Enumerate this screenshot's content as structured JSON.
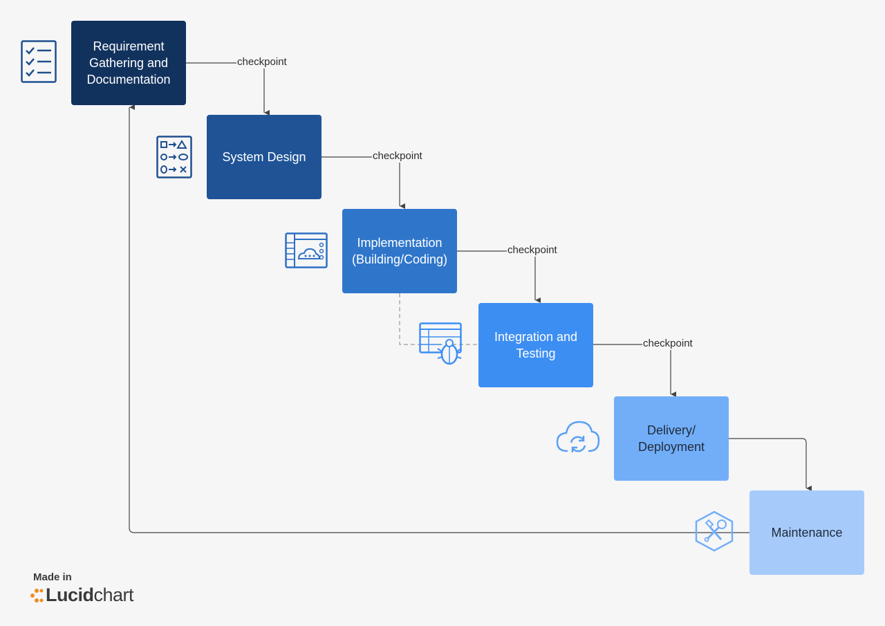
{
  "stages": [
    {
      "label": "Requirement\nGathering and\nDocumentation",
      "icon": "checklist-icon",
      "fill": "#12325e",
      "text_color": "#ffffff"
    },
    {
      "label": "System Design",
      "icon": "flowchart-icon",
      "fill": "#1f5396",
      "text_color": "#ffffff"
    },
    {
      "label": "Implementation\n(Building/Coding)",
      "icon": "code-dashboard-icon",
      "fill": "#2f76cb",
      "text_color": "#ffffff"
    },
    {
      "label": "Integration and\nTesting",
      "icon": "bug-testing-icon",
      "fill": "#3d8ef3",
      "text_color": "#ffffff"
    },
    {
      "label": "Delivery/\nDeployment",
      "icon": "cloud-sync-icon",
      "fill": "#72aef8",
      "text_color": "#1f2a3a"
    },
    {
      "label": "Maintenance",
      "icon": "tools-hexagon-icon",
      "fill": "#a6cbfb",
      "text_color": "#1f2a3a"
    }
  ],
  "checkpoints": [
    "checkpoint",
    "checkpoint",
    "checkpoint",
    "checkpoint"
  ],
  "colors": {
    "connector": "#444444",
    "dashed_connector": "#999999",
    "icon_dark": "#1f4f8d",
    "icon_mid": "#2c6fc4",
    "icon_light": "#5aa0f2",
    "background": "#f6f6f7",
    "brand_orange": "#f28c1e"
  },
  "branding": {
    "made_in": "Made in",
    "word_bold": "Lucid",
    "word_regular": "chart"
  }
}
